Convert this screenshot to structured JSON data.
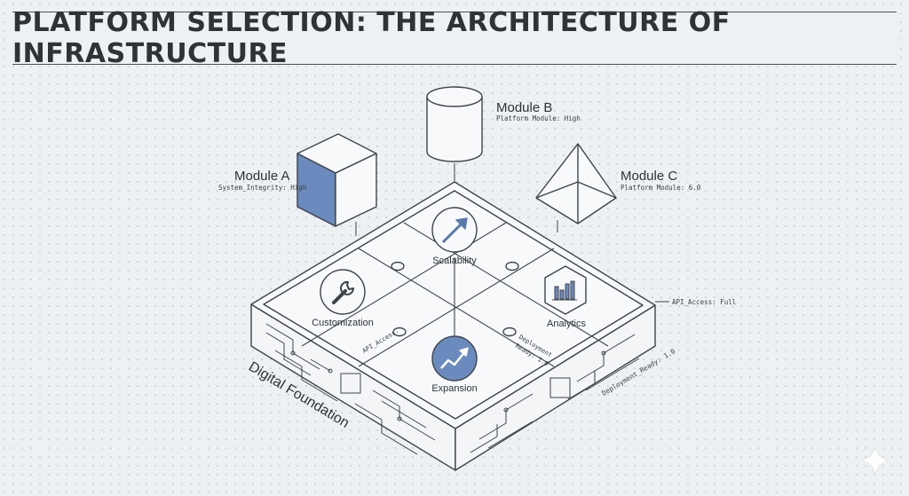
{
  "title": "PLATFORM SELECTION: THE ARCHITECTURE OF INFRASTRUCTURE",
  "modules": {
    "a": {
      "name": "Module A",
      "detail": "System_Integrity: High"
    },
    "b": {
      "name": "Module B",
      "detail": "Platform Module: High"
    },
    "c": {
      "name": "Module C",
      "detail": "Platform Module: 6.0"
    }
  },
  "nodes": {
    "scalability": "Scalability",
    "customization": "Customization",
    "analytics": "Analytics",
    "expansion": "Expansion"
  },
  "annotations": {
    "api_access_full": "API_Access: Full",
    "api_access": "API_Access.",
    "deployment_ready_line1": "Deployment",
    "deployment_ready_line2": "Ready: 1.0",
    "deployment_ready_side": "Deployment_Ready: 1.0"
  },
  "foundation_label": "Digital Foundation",
  "colors": {
    "accent": "#6b8bbf",
    "line": "#3f444a"
  }
}
